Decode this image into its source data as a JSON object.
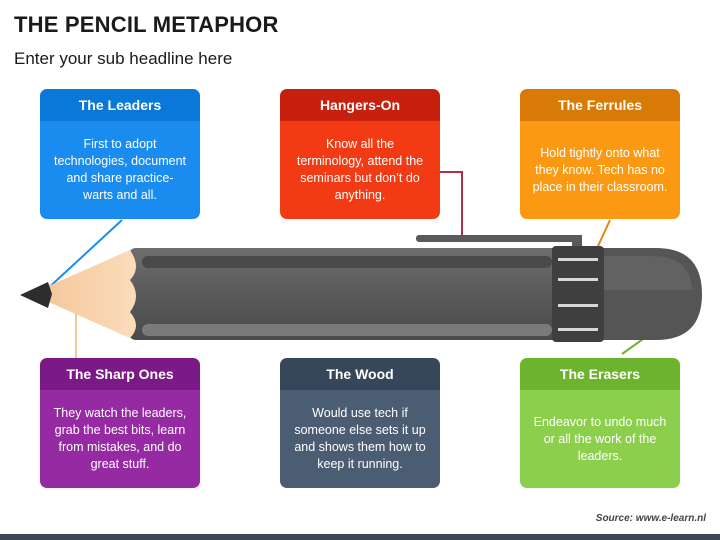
{
  "title": "THE PENCIL METAPHOR",
  "subtitle": "Enter your sub headline here",
  "source": "Source: www.e-learn.nl",
  "cards": [
    {
      "title": "The Leaders",
      "text": "First to adopt technologies, document and share practice-warts and all.",
      "head_color": "#0a78d8",
      "body_color": "#1a8cf0"
    },
    {
      "title": "Hangers-On",
      "text": "Know all the terminology, attend the seminars but don’t do anything.",
      "head_color": "#c8200e",
      "body_color": "#f23a14"
    },
    {
      "title": "The Ferrules",
      "text": "Hold tightly onto what they know. Tech has no place in their classroom.",
      "head_color": "#d97a06",
      "body_color": "#fb9a12"
    },
    {
      "title": "The Sharp Ones",
      "text": "They watch the leaders, grab the best bits, learn from mistakes, and do great stuff.",
      "head_color": "#7b1a86",
      "body_color": "#962aa3"
    },
    {
      "title": "The Wood",
      "text": "Would use tech if someone else sets it up and shows them how to keep it running.",
      "head_color": "#36475a",
      "body_color": "#4a5d72"
    },
    {
      "title": "The Erasers",
      "text": "Endeavor to undo much or all the work of the leaders.",
      "head_color": "#6cb32e",
      "body_color": "#8ccf4c"
    }
  ]
}
